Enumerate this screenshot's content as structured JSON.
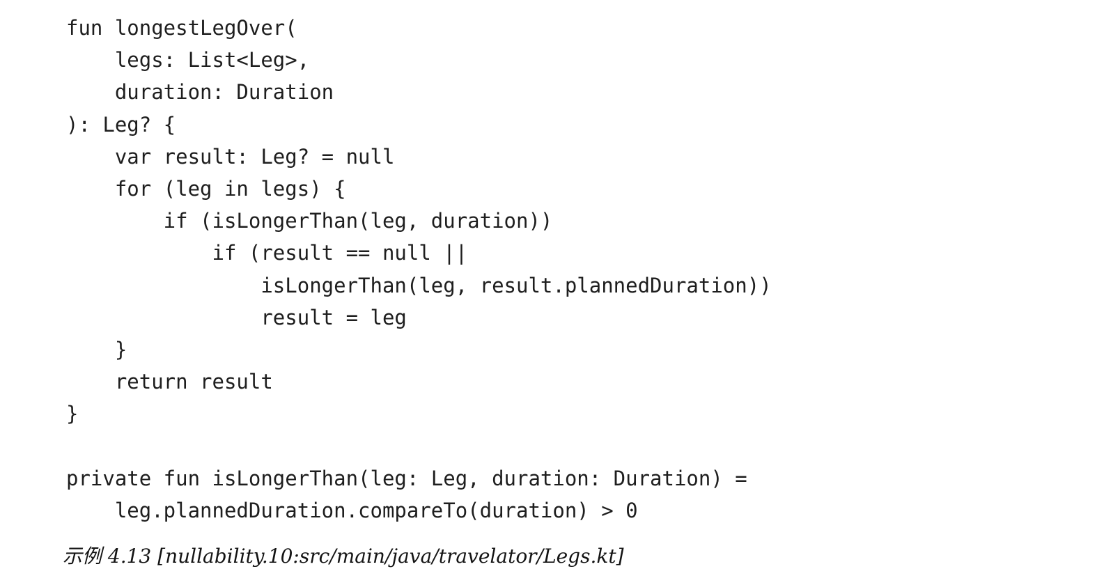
{
  "page": {
    "background_color": "#ffffff",
    "code_text_color": "#1e1e1e",
    "caption_text_color": "#141414"
  },
  "code_listing": {
    "language": "kotlin",
    "lines": [
      "fun longestLegOver(",
      "    legs: List<Leg>,",
      "    duration: Duration",
      "): Leg? {",
      "    var result: Leg? = null",
      "    for (leg in legs) {",
      "        if (isLongerThan(leg, duration))",
      "            if (result == null ||",
      "                isLongerThan(leg, result.plannedDuration))",
      "                result = leg",
      "    }",
      "    return result",
      "}",
      "",
      "private fun isLongerThan(leg: Leg, duration: Duration) =",
      "    leg.plannedDuration.compareTo(duration) > 0"
    ]
  },
  "caption": {
    "label": "示例 4.13",
    "reference": "[nullability.10:src/main/java/travelator/Legs.kt]"
  }
}
